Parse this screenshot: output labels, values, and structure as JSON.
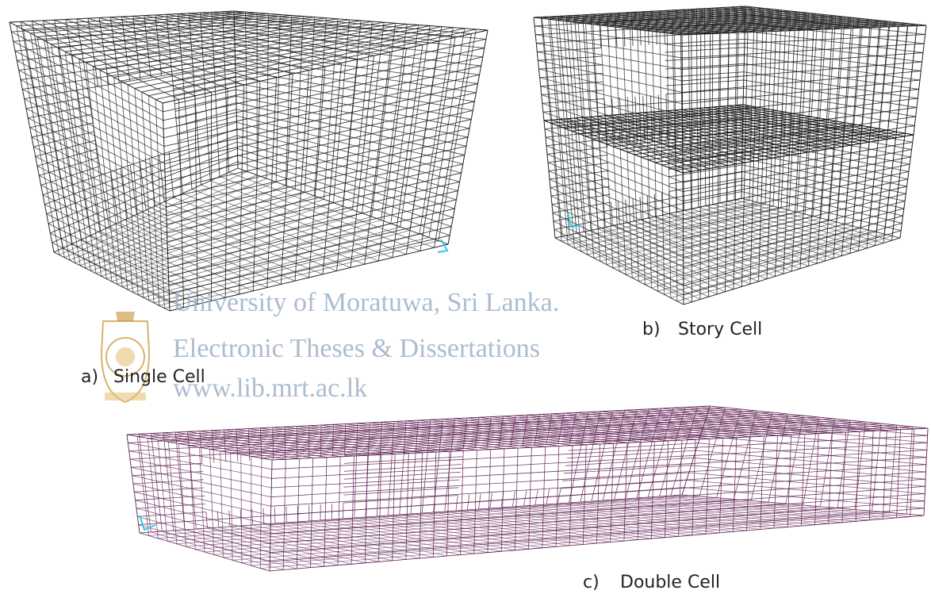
{
  "figure": {
    "panels": [
      {
        "id": "single",
        "label": "a)",
        "caption": "Single Cell",
        "mesh_color": "#1a1a1a"
      },
      {
        "id": "story",
        "label": "b)",
        "caption": "Story Cell",
        "mesh_color": "#1a1a1a"
      },
      {
        "id": "double",
        "label": "c)",
        "caption": "Double Cell",
        "mesh_color": "#5a1a4e"
      }
    ],
    "watermark": {
      "line1": "University of Moratuwa, Sri Lanka.",
      "line2": "Electronic Theses & Dissertations",
      "line3": "www.lib.mrt.ac.lk",
      "color": "#9eb1c8"
    },
    "axis_marker_color": "#38c7e8",
    "seal_color": "#c7922f"
  }
}
